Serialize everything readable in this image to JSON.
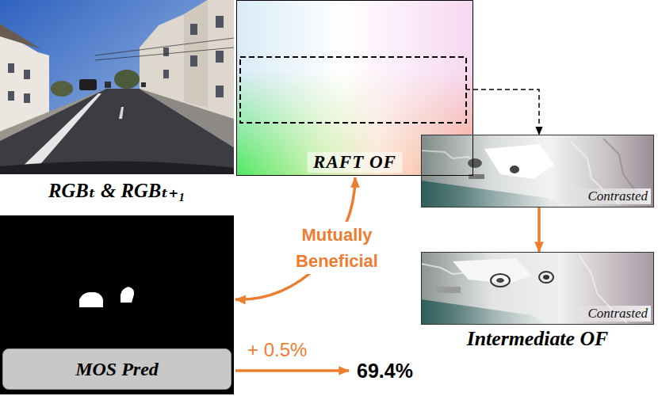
{
  "diagram": {
    "nodes": [
      {
        "text": [
          "RGBₜ & RGBₜ₊₁"
        ]
      },
      {
        "text": [
          "RAFT OF"
        ]
      },
      {
        "text": [
          "Contrasted"
        ]
      },
      {
        "text": [
          "Contrasted",
          "Intermediate OF"
        ]
      },
      {
        "text": [
          "MOS Pred"
        ]
      }
    ],
    "edges": [
      {
        "from": 1,
        "to": 2,
        "arrow": "to"
      },
      {
        "from": 2,
        "to": 3,
        "arrow": "to"
      },
      {
        "from": 1,
        "to": 4,
        "arrow": "both",
        "label": "Mutually Beneficial"
      }
    ],
    "labels": [
      "+ 0.5%",
      "69.4%"
    ]
  }
}
